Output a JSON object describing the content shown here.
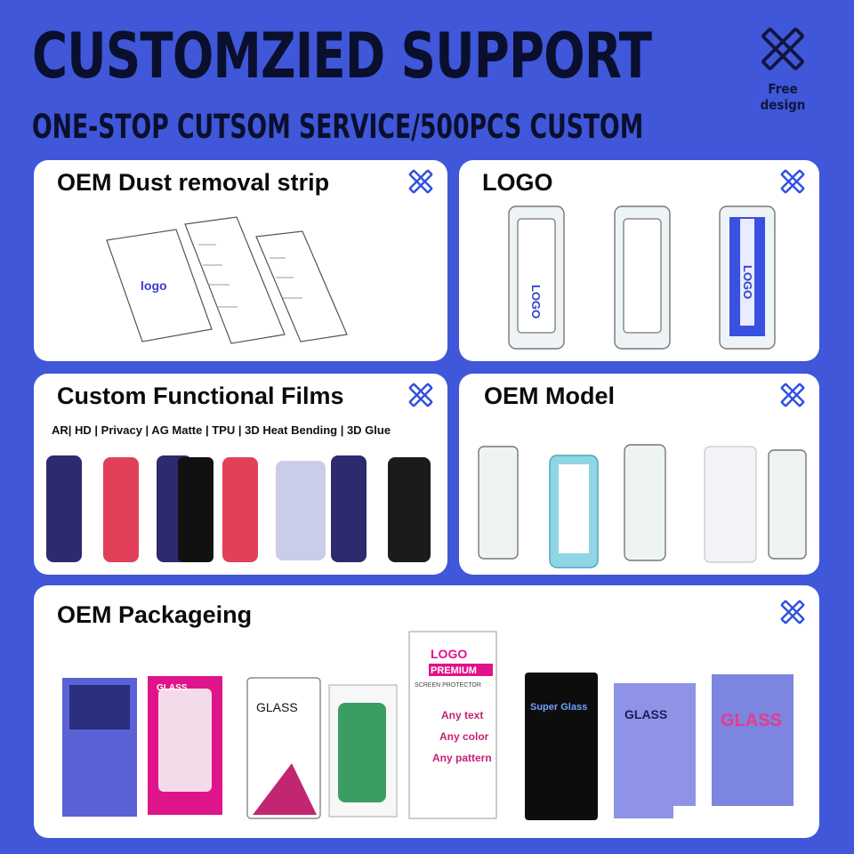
{
  "header": {
    "title": "CUSTOMZIED SUPPORT",
    "subtitle": "ONE-STOP CUTSOM SERVICE/500PCS CUSTOM",
    "free_design_label": "Free design"
  },
  "colors": {
    "background": "#3f57d8",
    "card": "#ffffff",
    "accent_blue": "#2f4fe0",
    "packaging_pink": "#e0148a"
  },
  "cards": {
    "dust": {
      "title": "OEM Dust removal strip",
      "icon": "design-tools-icon",
      "logo_text": "logo"
    },
    "logo": {
      "title": "LOGO",
      "icon": "design-tools-icon",
      "logo_text": "LOGO"
    },
    "films": {
      "title": "Custom Functional Films",
      "subtitle": "AR| HD | Privacy | AG Matte  | TPU | 3D Heat Bending | 3D Glue",
      "icon": "design-tools-icon"
    },
    "model": {
      "title": "OEM Model",
      "icon": "design-tools-icon"
    },
    "packaging": {
      "title": "OEM Packageing",
      "icon": "design-tools-icon",
      "box_glass_1": "GLASS",
      "box_glass_2": "GLASS",
      "box_logo": "LOGO",
      "box_premium": "PREMIUM",
      "box_screen": "SCREEN PROTECTOR",
      "box_text": "Any text",
      "box_color": "Any color",
      "box_pattern": "Any pattern",
      "box_super": "Super Glass",
      "box_glass_3": "GLASS",
      "box_glass_4": "GLASS"
    }
  }
}
